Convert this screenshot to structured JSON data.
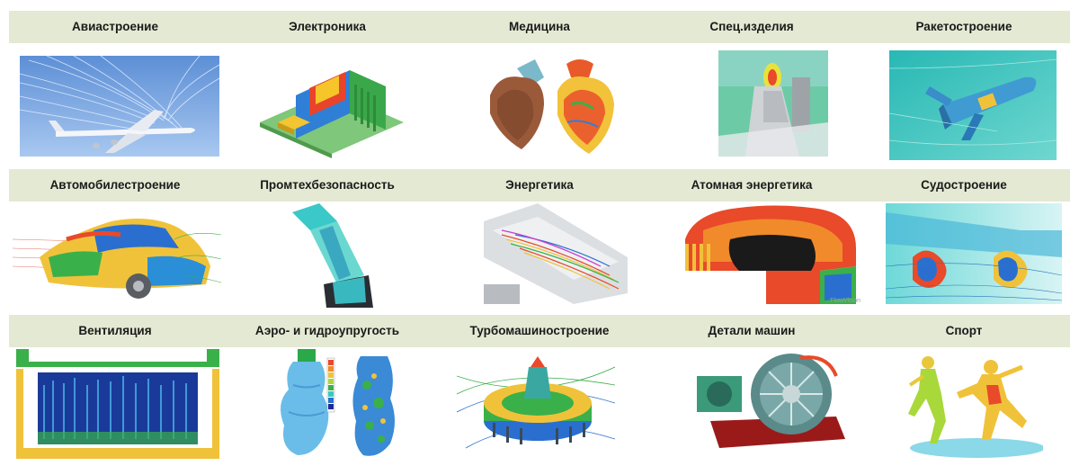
{
  "rows": [
    {
      "labels": [
        "Авиастроение",
        "Электроника",
        "Медицина",
        "Спец.изделия",
        "Ракетостроение"
      ]
    },
    {
      "labels": [
        "Автомобилестроение",
        "Промтехбезопасность",
        "Энергетика",
        "Атомная энергетика",
        "Судостроение"
      ]
    },
    {
      "labels": [
        "Вентиляция",
        "Аэро- и гидроупругость",
        "Турбомашиностроение",
        "Детали машин",
        "Спорт"
      ]
    }
  ],
  "icons": [
    [
      "airplane-flow-simulation",
      "circuit-board-thermal-map",
      "heart-model",
      "ejection-seat-flow",
      "rocket-flow-simulation"
    ],
    [
      "car-aerodynamics",
      "industrial-safety-structure",
      "energy-combustor",
      "nuclear-reactor-thermal",
      "ship-propulsion-flow"
    ],
    [
      "ventilation-flow-field",
      "bottle-fluid-structure",
      "turbomachine-impeller",
      "machine-part-assembly",
      "sport-athletes-simulation"
    ]
  ],
  "watermark": "FlowVision",
  "colors": {
    "band": "#e4e9d3",
    "text": "#1a1a1a"
  }
}
